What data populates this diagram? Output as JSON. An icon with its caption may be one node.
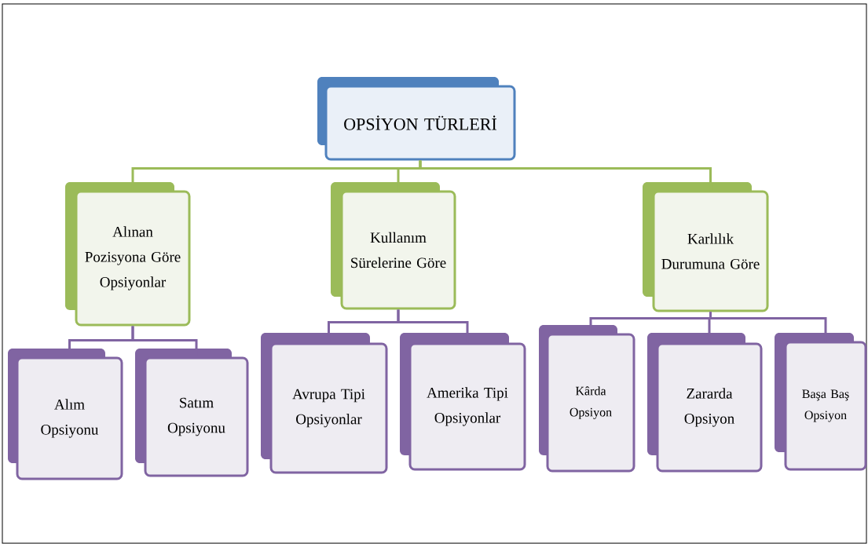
{
  "diagram": {
    "nodes": [
      {
        "text": [
          "OPSİYON TÜRLERİ"
        ]
      },
      {
        "text": [
          "Alınan Pozisyona Göre Opsiyonlar"
        ]
      },
      {
        "text": [
          "Kullanım Sürelerine Göre"
        ]
      },
      {
        "text": [
          "Karlılık Durumuna Göre"
        ]
      },
      {
        "text": [
          "Alım Opsiyonu"
        ]
      },
      {
        "text": [
          "Satım Opsiyonu"
        ]
      },
      {
        "text": [
          "Avrupa Tipi Opsiyonlar"
        ]
      },
      {
        "text": [
          "Amerika Tipi Opsiyonlar"
        ]
      },
      {
        "text": [
          "Kârda Opsiyon"
        ]
      },
      {
        "text": [
          "Zararda Opsiyon"
        ]
      },
      {
        "text": [
          "Başa Baş Opsiyon"
        ]
      }
    ],
    "edges": [
      {
        "from": 0,
        "to": 1,
        "arrow": "none",
        "color": "#9bbb59"
      },
      {
        "from": 0,
        "to": 2,
        "arrow": "none",
        "color": "#9bbb59"
      },
      {
        "from": 0,
        "to": 3,
        "arrow": "none",
        "color": "#9bbb59"
      },
      {
        "from": 1,
        "to": 4,
        "arrow": "none"
      },
      {
        "from": 1,
        "to": 5,
        "arrow": "none"
      },
      {
        "from": 2,
        "to": 6,
        "arrow": "none"
      },
      {
        "from": 2,
        "to": 7,
        "arrow": "none"
      },
      {
        "from": 3,
        "to": 8,
        "arrow": "none"
      },
      {
        "from": 3,
        "to": 9,
        "arrow": "none"
      },
      {
        "from": 3,
        "to": 10,
        "arrow": "none"
      }
    ]
  }
}
